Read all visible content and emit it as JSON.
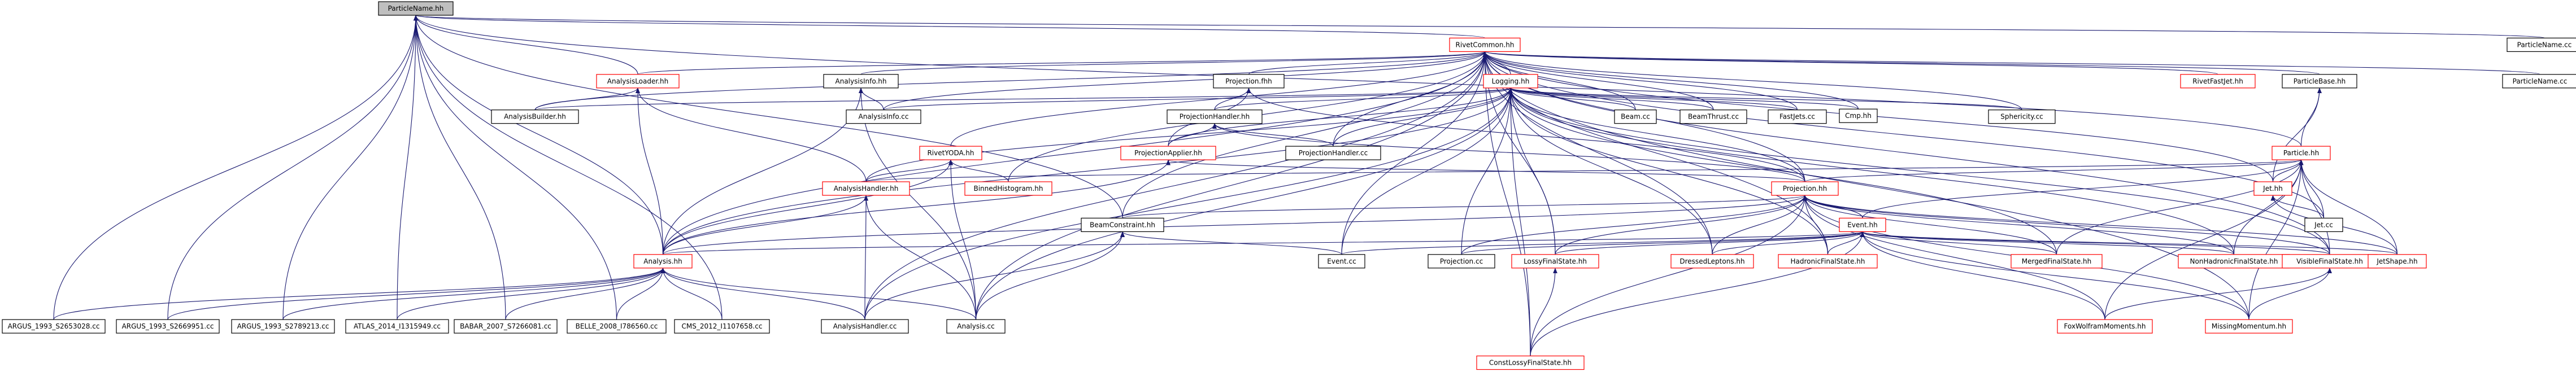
{
  "diagram_title": "",
  "colors": {
    "edge": "#191970",
    "node_border_default": "#000000",
    "node_border_unrendered": "#ff0000",
    "root_fill": "#bfbfbf",
    "node_fill": "#ffffff"
  },
  "nodes": [
    {
      "id": "particlename_hh",
      "label": "ParticleName.hh",
      "style": "root"
    },
    {
      "id": "rivetcommon_hh",
      "label": "RivetCommon.hh",
      "style": "red"
    },
    {
      "id": "particlename_cc",
      "label": "ParticleName.cc",
      "style": "black"
    },
    {
      "id": "logging_hh",
      "label": "Logging.hh",
      "style": "red"
    },
    {
      "id": "analysisloader_hh",
      "label": "AnalysisLoader.hh",
      "style": "red"
    },
    {
      "id": "analysisinfo_hh",
      "label": "AnalysisInfo.hh",
      "style": "black"
    },
    {
      "id": "projection_fhh",
      "label": "Projection.fhh",
      "style": "black"
    },
    {
      "id": "rivetfastjet_hh",
      "label": "RivetFastJet.hh",
      "style": "red"
    },
    {
      "id": "particlebase_hh",
      "label": "ParticleBase.hh",
      "style": "black"
    },
    {
      "id": "particlename_cc2",
      "label": "ParticleName.cc",
      "style": "black"
    },
    {
      "id": "analysisbuilder_hh",
      "label": "AnalysisBuilder.hh",
      "style": "black"
    },
    {
      "id": "analysisinfo_cc",
      "label": "AnalysisInfo.cc",
      "style": "black"
    },
    {
      "id": "beam_cc",
      "label": "Beam.cc",
      "style": "black"
    },
    {
      "id": "beamthrust_cc",
      "label": "BeamThrust.cc",
      "style": "black"
    },
    {
      "id": "fastjets_cc",
      "label": "FastJets.cc",
      "style": "black"
    },
    {
      "id": "cmp_hh",
      "label": "Cmp.hh",
      "style": "black"
    },
    {
      "id": "sphericity_cc",
      "label": "Sphericity.cc",
      "style": "black"
    },
    {
      "id": "projectionhandler_hh",
      "label": "ProjectionHandler.hh",
      "style": "black"
    },
    {
      "id": "projectionapplier_hh",
      "label": "ProjectionApplier.hh",
      "style": "red"
    },
    {
      "id": "projectionhandler_cc",
      "label": "ProjectionHandler.cc",
      "style": "black"
    },
    {
      "id": "particle_hh",
      "label": "Particle.hh",
      "style": "red"
    },
    {
      "id": "rivetyoda_hh",
      "label": "RivetYODA.hh",
      "style": "red"
    },
    {
      "id": "analysishandler_hh",
      "label": "AnalysisHandler.hh",
      "style": "red"
    },
    {
      "id": "binnedhistogram_hh",
      "label": "BinnedHistogram.hh",
      "style": "red"
    },
    {
      "id": "projection_hh",
      "label": "Projection.hh",
      "style": "red"
    },
    {
      "id": "jet_hh",
      "label": "Jet.hh",
      "style": "red"
    },
    {
      "id": "jet_cc",
      "label": "Jet.cc",
      "style": "black"
    },
    {
      "id": "beamconstraint_hh",
      "label": "BeamConstraint.hh",
      "style": "black"
    },
    {
      "id": "event_hh",
      "label": "Event.hh",
      "style": "red"
    },
    {
      "id": "analysis_hh",
      "label": "Analysis.hh",
      "style": "red"
    },
    {
      "id": "event_cc",
      "label": "Event.cc",
      "style": "black"
    },
    {
      "id": "projection_cc",
      "label": "Projection.cc",
      "style": "black"
    },
    {
      "id": "lossyfinalstate_hh",
      "label": "LossyFinalState.hh",
      "style": "red"
    },
    {
      "id": "dressedleptons_hh",
      "label": "DressedLeptons.hh",
      "style": "red"
    },
    {
      "id": "hadronicfinalstate_hh",
      "label": "HadronicFinalState.hh",
      "style": "red"
    },
    {
      "id": "mergedfinalstate_hh",
      "label": "MergedFinalState.hh",
      "style": "red"
    },
    {
      "id": "nonhadronicfinalstate_hh",
      "label": "NonHadronicFinalState.hh",
      "style": "red"
    },
    {
      "id": "visiblefinalstate_hh",
      "label": "VisibleFinalState.hh",
      "style": "red"
    },
    {
      "id": "jetshape_hh",
      "label": "JetShape.hh",
      "style": "red"
    },
    {
      "id": "argus1993a",
      "label": "ARGUS_1993_S2653028.cc",
      "style": "black"
    },
    {
      "id": "argus1993b",
      "label": "ARGUS_1993_S2669951.cc",
      "style": "black"
    },
    {
      "id": "argus1993c",
      "label": "ARGUS_1993_S2789213.cc",
      "style": "black"
    },
    {
      "id": "atlas2014",
      "label": "ATLAS_2014_I1315949.cc",
      "style": "black"
    },
    {
      "id": "babar2007",
      "label": "BABAR_2007_S7266081.cc",
      "style": "black"
    },
    {
      "id": "belle2008",
      "label": "BELLE_2008_I786560.cc",
      "style": "black"
    },
    {
      "id": "cms2012",
      "label": "CMS_2012_I1107658.cc",
      "style": "black"
    },
    {
      "id": "analysishandler_cc",
      "label": "AnalysisHandler.cc",
      "style": "black"
    },
    {
      "id": "analysis_cc",
      "label": "Analysis.cc",
      "style": "black"
    },
    {
      "id": "foxwolframmoments_hh",
      "label": "FoxWolframMoments.hh",
      "style": "red"
    },
    {
      "id": "missingmomentum_hh",
      "label": "MissingMomentum.hh",
      "style": "red"
    },
    {
      "id": "constlossyfinalstate_hh",
      "label": "ConstLossyFinalState.hh",
      "style": "red"
    }
  ],
  "edges": [
    [
      "rivetcommon_hh",
      "particlename_hh"
    ],
    [
      "particlename_cc",
      "particlename_hh"
    ],
    [
      "argus1993a",
      "particlename_hh"
    ],
    [
      "argus1993b",
      "particlename_hh"
    ],
    [
      "argus1993c",
      "particlename_hh"
    ],
    [
      "atlas2014",
      "particlename_hh"
    ],
    [
      "babar2007",
      "particlename_hh"
    ],
    [
      "belle2008",
      "particlename_hh"
    ],
    [
      "cms2012",
      "particlename_hh"
    ],
    [
      "analysis_hh",
      "particlename_hh"
    ],
    [
      "particle_hh",
      "particlename_hh"
    ],
    [
      "analysisloader_hh",
      "particlename_hh"
    ],
    [
      "beamconstraint_hh",
      "particlename_hh"
    ],
    [
      "logging_hh",
      "rivetcommon_hh"
    ],
    [
      "analysisloader_hh",
      "rivetcommon_hh"
    ],
    [
      "analysisinfo_hh",
      "rivetcommon_hh"
    ],
    [
      "projection_fhh",
      "rivetcommon_hh"
    ],
    [
      "rivetfastjet_hh",
      "rivetcommon_hh"
    ],
    [
      "particlebase_hh",
      "rivetcommon_hh"
    ],
    [
      "particlename_cc2",
      "rivetcommon_hh"
    ],
    [
      "analysisbuilder_hh",
      "rivetcommon_hh"
    ],
    [
      "analysisinfo_cc",
      "rivetcommon_hh"
    ],
    [
      "beam_cc",
      "rivetcommon_hh"
    ],
    [
      "beamthrust_cc",
      "rivetcommon_hh"
    ],
    [
      "fastjets_cc",
      "rivetcommon_hh"
    ],
    [
      "cmp_hh",
      "rivetcommon_hh"
    ],
    [
      "sphericity_cc",
      "rivetcommon_hh"
    ],
    [
      "projectionhandler_cc",
      "rivetcommon_hh"
    ],
    [
      "rivetyoda_hh",
      "rivetcommon_hh"
    ],
    [
      "binnedhistogram_hh",
      "rivetcommon_hh"
    ],
    [
      "projection_hh",
      "rivetcommon_hh"
    ],
    [
      "jet_hh",
      "rivetcommon_hh"
    ],
    [
      "jet_cc",
      "rivetcommon_hh"
    ],
    [
      "analysis_hh",
      "rivetcommon_hh"
    ],
    [
      "event_cc",
      "rivetcommon_hh"
    ],
    [
      "analysis_cc",
      "rivetcommon_hh"
    ],
    [
      "lossyfinalstate_hh",
      "rivetcommon_hh"
    ],
    [
      "constlossyfinalstate_hh",
      "rivetcommon_hh"
    ],
    [
      "visiblefinalstate_hh",
      "rivetcommon_hh"
    ],
    [
      "missingmomentum_hh",
      "rivetcommon_hh"
    ],
    [
      "analysishandler_cc",
      "rivetcommon_hh"
    ],
    [
      "hadronicfinalstate_hh",
      "rivetcommon_hh"
    ],
    [
      "dressedleptons_hh",
      "rivetcommon_hh"
    ],
    [
      "beamconstraint_hh",
      "rivetcommon_hh"
    ],
    [
      "analysisbuilder_hh",
      "logging_hh"
    ],
    [
      "analysisinfo_cc",
      "logging_hh"
    ],
    [
      "beam_cc",
      "logging_hh"
    ],
    [
      "beamthrust_cc",
      "logging_hh"
    ],
    [
      "fastjets_cc",
      "logging_hh"
    ],
    [
      "cmp_hh",
      "logging_hh"
    ],
    [
      "sphericity_cc",
      "logging_hh"
    ],
    [
      "projectionhandler_hh",
      "logging_hh"
    ],
    [
      "projectionapplier_hh",
      "logging_hh"
    ],
    [
      "projectionhandler_cc",
      "logging_hh"
    ],
    [
      "projection_hh",
      "logging_hh"
    ],
    [
      "analysis_hh",
      "logging_hh"
    ],
    [
      "event_cc",
      "logging_hh"
    ],
    [
      "projection_cc",
      "logging_hh"
    ],
    [
      "lossyfinalstate_hh",
      "logging_hh"
    ],
    [
      "dressedleptons_hh",
      "logging_hh"
    ],
    [
      "hadronicfinalstate_hh",
      "logging_hh"
    ],
    [
      "mergedfinalstate_hh",
      "logging_hh"
    ],
    [
      "nonhadronicfinalstate_hh",
      "logging_hh"
    ],
    [
      "visiblefinalstate_hh",
      "logging_hh"
    ],
    [
      "analysishandler_cc",
      "logging_hh"
    ],
    [
      "analysis_cc",
      "logging_hh"
    ],
    [
      "constlossyfinalstate_hh",
      "logging_hh"
    ],
    [
      "analysishandler_hh",
      "logging_hh"
    ],
    [
      "analysisbuilder_hh",
      "analysisloader_hh"
    ],
    [
      "analysis_hh",
      "analysisloader_hh"
    ],
    [
      "analysishandler_hh",
      "analysisloader_hh"
    ],
    [
      "analysisinfo_cc",
      "analysisinfo_hh"
    ],
    [
      "analysis_hh",
      "analysisinfo_hh"
    ],
    [
      "analysis_cc",
      "analysisinfo_hh"
    ],
    [
      "projectionhandler_hh",
      "projection_fhh"
    ],
    [
      "projectionapplier_hh",
      "projection_fhh"
    ],
    [
      "projection_hh",
      "projection_fhh"
    ],
    [
      "particle_hh",
      "particlebase_hh"
    ],
    [
      "jet_hh",
      "particlebase_hh"
    ],
    [
      "projectionapplier_hh",
      "projectionhandler_hh"
    ],
    [
      "projectionhandler_cc",
      "projectionhandler_hh"
    ],
    [
      "projection_hh",
      "projectionhandler_hh"
    ],
    [
      "analysis_hh",
      "projectionapplier_hh"
    ],
    [
      "projection_hh",
      "projectionapplier_hh"
    ],
    [
      "jet_hh",
      "particle_hh"
    ],
    [
      "event_hh",
      "particle_hh"
    ],
    [
      "projection_hh",
      "particle_hh"
    ],
    [
      "analysishandler_hh",
      "particle_hh"
    ],
    [
      "mergedfinalstate_hh",
      "particle_hh"
    ],
    [
      "nonhadronicfinalstate_hh",
      "particle_hh"
    ],
    [
      "visiblefinalstate_hh",
      "particle_hh"
    ],
    [
      "jetshape_hh",
      "particle_hh"
    ],
    [
      "foxwolframmoments_hh",
      "particle_hh"
    ],
    [
      "missingmomentum_hh",
      "particle_hh"
    ],
    [
      "jet_cc",
      "particle_hh"
    ],
    [
      "analysis_hh",
      "rivetyoda_hh"
    ],
    [
      "analysishandler_hh",
      "rivetyoda_hh"
    ],
    [
      "binnedhistogram_hh",
      "rivetyoda_hh"
    ],
    [
      "analysis_cc",
      "rivetyoda_hh"
    ],
    [
      "analysishandler_cc",
      "analysishandler_hh"
    ],
    [
      "analysis_cc",
      "analysishandler_hh"
    ],
    [
      "analysis_hh",
      "analysishandler_hh"
    ],
    [
      "analysis_hh",
      "projection_hh"
    ],
    [
      "beamconstraint_hh",
      "projection_hh"
    ],
    [
      "event_hh",
      "projection_hh"
    ],
    [
      "projection_cc",
      "projection_hh"
    ],
    [
      "lossyfinalstate_hh",
      "projection_hh"
    ],
    [
      "dressedleptons_hh",
      "projection_hh"
    ],
    [
      "hadronicfinalstate_hh",
      "projection_hh"
    ],
    [
      "mergedfinalstate_hh",
      "projection_hh"
    ],
    [
      "nonhadronicfinalstate_hh",
      "projection_hh"
    ],
    [
      "visiblefinalstate_hh",
      "projection_hh"
    ],
    [
      "jetshape_hh",
      "projection_hh"
    ],
    [
      "foxwolframmoments_hh",
      "projection_hh"
    ],
    [
      "missingmomentum_hh",
      "projection_hh"
    ],
    [
      "constlossyfinalstate_hh",
      "projection_hh"
    ],
    [
      "jet_cc",
      "jet_hh"
    ],
    [
      "jetshape_hh",
      "jet_hh"
    ],
    [
      "analysishandler_cc",
      "beamconstraint_hh"
    ],
    [
      "analysis_cc",
      "beamconstraint_hh"
    ],
    [
      "event_cc",
      "beamconstraint_hh"
    ],
    [
      "analysis_hh",
      "event_hh"
    ],
    [
      "event_cc",
      "event_hh"
    ],
    [
      "projection_cc",
      "event_hh"
    ],
    [
      "lossyfinalstate_hh",
      "event_hh"
    ],
    [
      "dressedleptons_hh",
      "event_hh"
    ],
    [
      "hadronicfinalstate_hh",
      "event_hh"
    ],
    [
      "mergedfinalstate_hh",
      "event_hh"
    ],
    [
      "nonhadronicfinalstate_hh",
      "event_hh"
    ],
    [
      "visiblefinalstate_hh",
      "event_hh"
    ],
    [
      "jetshape_hh",
      "event_hh"
    ],
    [
      "foxwolframmoments_hh",
      "event_hh"
    ],
    [
      "missingmomentum_hh",
      "event_hh"
    ],
    [
      "constlossyfinalstate_hh",
      "event_hh"
    ],
    [
      "argus1993a",
      "analysis_hh"
    ],
    [
      "argus1993b",
      "analysis_hh"
    ],
    [
      "argus1993c",
      "analysis_hh"
    ],
    [
      "atlas2014",
      "analysis_hh"
    ],
    [
      "babar2007",
      "analysis_hh"
    ],
    [
      "belle2008",
      "analysis_hh"
    ],
    [
      "cms2012",
      "analysis_hh"
    ],
    [
      "analysishandler_cc",
      "analysis_hh"
    ],
    [
      "analysis_cc",
      "analysis_hh"
    ],
    [
      "constlossyfinalstate_hh",
      "lossyfinalstate_hh"
    ],
    [
      "foxwolframmoments_hh",
      "visiblefinalstate_hh"
    ],
    [
      "missingmomentum_hh",
      "visiblefinalstate_hh"
    ]
  ]
}
